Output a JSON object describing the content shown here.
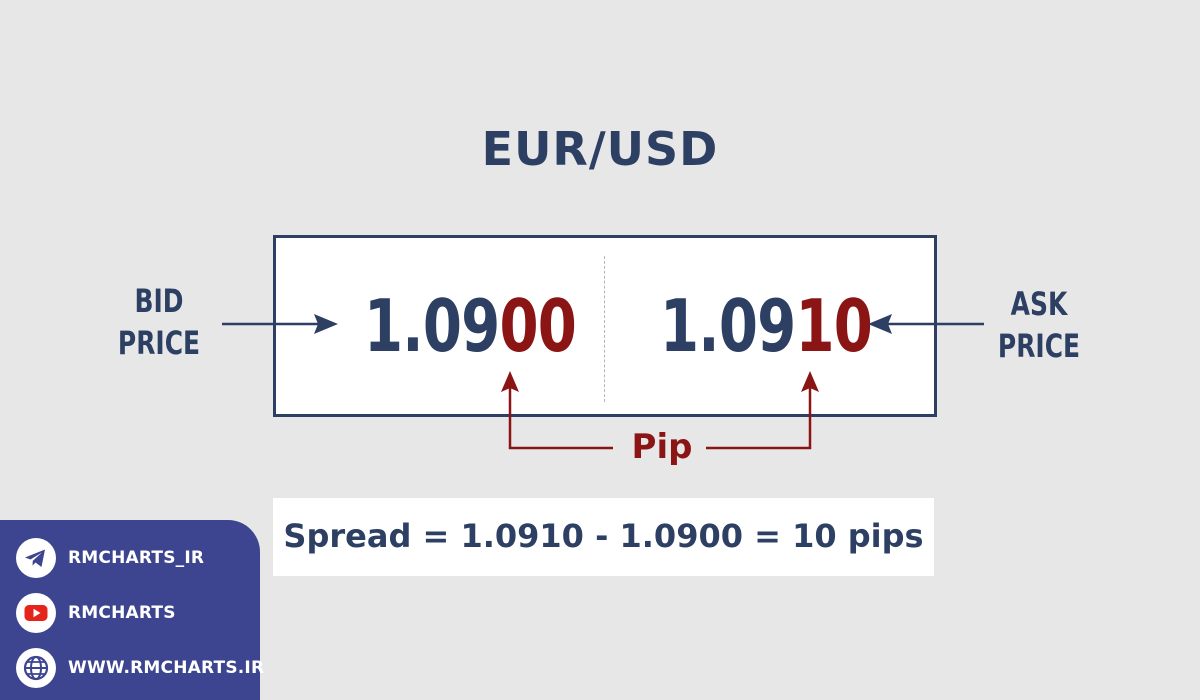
{
  "diagram": {
    "title": "EUR/USD",
    "bid": {
      "label_line1": "BID",
      "label_line2": "PRICE",
      "price_main": "1.09",
      "price_pip": "00"
    },
    "ask": {
      "label_line1": "ASK",
      "label_line2": "PRICE",
      "price_main": "1.09",
      "price_pip": "10"
    },
    "pip_label": "Pip",
    "spread_text": "Spread = 1.0910 - 1.0900 = 10 pips",
    "colors": {
      "navy": "#2d3f63",
      "pip_red": "#8b1414",
      "background": "#e7e7e7",
      "panel": "#3d4590"
    }
  },
  "social": {
    "items": [
      {
        "icon": "telegram-icon",
        "label": "RMCHARTS_IR"
      },
      {
        "icon": "youtube-icon",
        "label": "RMCHARTS"
      },
      {
        "icon": "globe-icon",
        "label": "WWW.RMCHARTS.IR"
      }
    ]
  }
}
